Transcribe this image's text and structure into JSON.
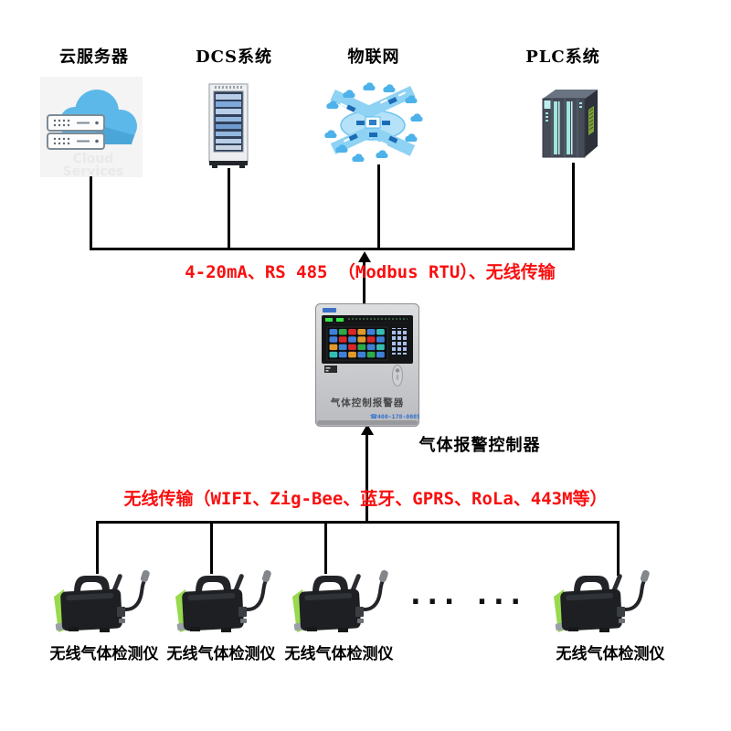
{
  "top_nodes": [
    {
      "label": "云服务器",
      "icon": "cloud-server-icon",
      "caption_line1": "Cloud",
      "caption_line2": "Services"
    },
    {
      "label": "DCS系统",
      "icon": "dcs-cabinet-icon"
    },
    {
      "label": "物联网",
      "icon": "iot-network-icon"
    },
    {
      "label": "PLC系统",
      "icon": "plc-module-icon"
    }
  ],
  "bus1": {
    "label": "4-20mA、RS 485 （Modbus RTU）、无线传输"
  },
  "controller": {
    "name_label": "气体报警控制器",
    "panel_text": "气体控制报警器",
    "phone_icon_glyph": "☎",
    "phone": "400-178-0085"
  },
  "bus2": {
    "label": "无线传输（WIFI、Zig-Bee、蓝牙、GPRS、RoLa、443M等）"
  },
  "detectors": {
    "ellipsis": "... ...",
    "items": [
      {
        "label": "无线气体检测仪"
      },
      {
        "label": "无线气体检测仪"
      },
      {
        "label": "无线气体检测仪"
      },
      {
        "label": "无线气体检测仪"
      }
    ]
  },
  "colors": {
    "note_red": "#f90f0f",
    "line_black": "#000000",
    "cloud_blue": "#5cb8e8",
    "detector_green": "#98d94e",
    "phone_blue": "#2f6fd0"
  }
}
